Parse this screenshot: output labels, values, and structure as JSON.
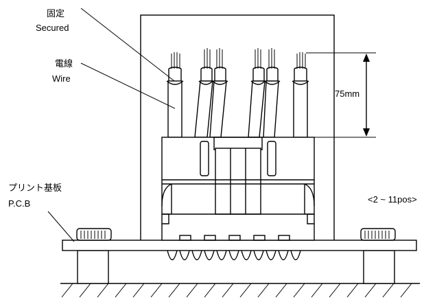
{
  "labels": {
    "secured_jp": "固定",
    "secured_en": "Secured",
    "wire_jp": "電線",
    "wire_en": "Wire",
    "pcb_jp": "プリント基板",
    "pcb_en": "P.C.B",
    "dimension": "75mm",
    "positions": "<2 ~ 11pos>"
  }
}
